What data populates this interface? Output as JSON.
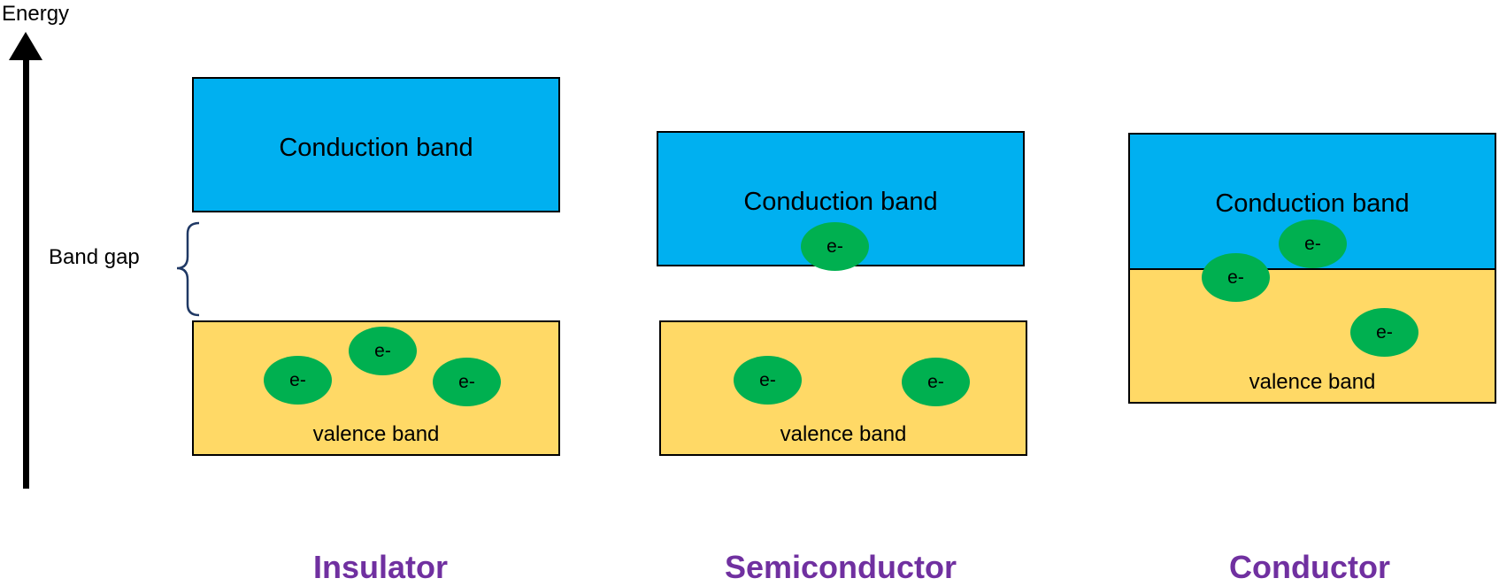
{
  "axis": {
    "label": "Energy"
  },
  "band_gap_label": "Band gap",
  "electron_label": "e-",
  "columns": [
    {
      "material": "Insulator",
      "conduction_label": "Conduction  band",
      "valence_label": "valence band"
    },
    {
      "material": "Semiconductor",
      "conduction_label": "Conduction  band",
      "valence_label": "valence band"
    },
    {
      "material": "Conductor",
      "conduction_label": "Conduction  band",
      "valence_label": "valence band"
    }
  ],
  "colors": {
    "conduction": "#00b0f0",
    "valence": "#ffd966",
    "electron": "#00b050",
    "material_title": "#7030a0",
    "brace": "#1f3864"
  }
}
